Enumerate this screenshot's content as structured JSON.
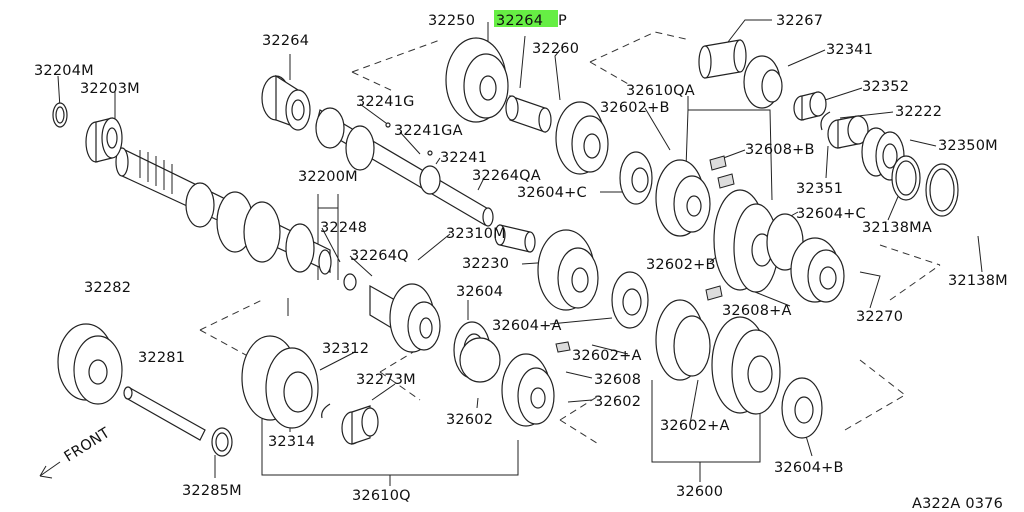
{
  "diagram": {
    "highlight_color": "#66ee44",
    "part_numbers": {
      "p32250": "32250",
      "p32264P": "32264",
      "p32264P_suffix": "P",
      "p32267": "32267",
      "p32264": "32264",
      "p32260": "32260",
      "p32341": "32341",
      "p32204M": "32204M",
      "p32203M": "32203M",
      "p32241G": "32241G",
      "p32610QA": "32610QA",
      "p32352": "32352",
      "p32602B_top": "32602+B",
      "p32222": "32222",
      "p32241GA": "32241GA",
      "p32350M": "32350M",
      "p32608B_top": "32608+B",
      "p32241": "32241",
      "p32264QA": "32264QA",
      "p32604C_left": "32604+C",
      "p32351": "32351",
      "p32200M": "32200M",
      "p32604C_right": "32604+C",
      "p32138MA": "32138MA",
      "p32248": "32248",
      "p32310M": "32310M",
      "p32264Q": "32264Q",
      "p32230": "32230",
      "p32602B_mid": "32602+B",
      "p32138M": "32138M",
      "p32282": "32282",
      "p32604": "32604",
      "p32608A_right": "32608+A",
      "p32270": "32270",
      "p32604A": "32604+A",
      "p32312": "32312",
      "p32281": "32281",
      "p32602A_left": "32602+A",
      "p32273M": "32273M",
      "p32608": "32608",
      "p32602": "32602",
      "p32602_right": "32602",
      "p32314": "32314",
      "p32602A_bottom": "32602+A",
      "p32604B": "32604+B",
      "p32285M": "32285M",
      "p32610Q": "32610Q",
      "p32600": "32600"
    },
    "front_label": "FRONT",
    "ref_code": "A322A 0376"
  }
}
